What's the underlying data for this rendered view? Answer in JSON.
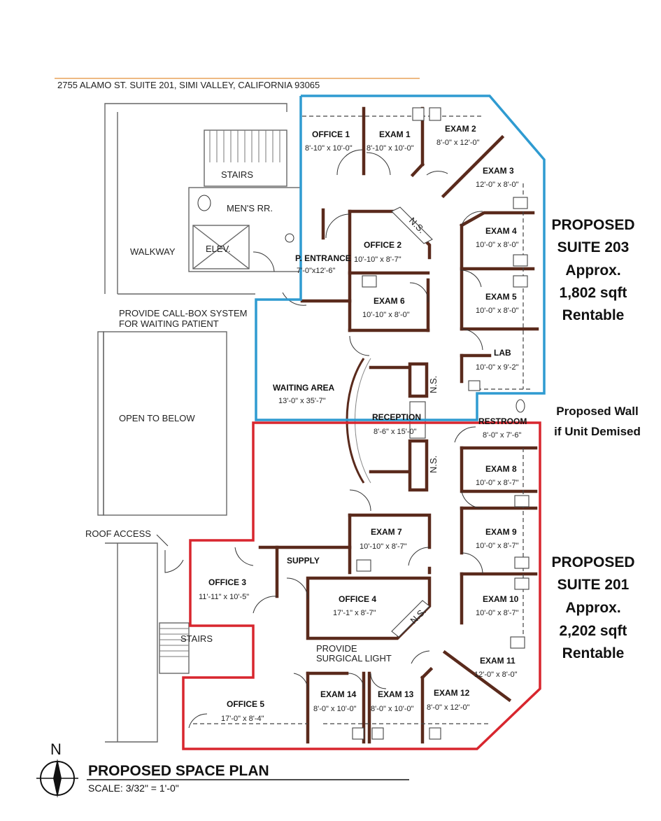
{
  "header": {
    "address": "2755 ALAMO ST. SUITE 201, SIMI VALLEY, CALIFORNIA 93065"
  },
  "colors": {
    "suite_203_outline": "#2f9bd1",
    "suite_201_outline": "#d8262e",
    "walls": "#5a2a1c",
    "address_rule": "#e8a25a"
  },
  "common_areas": {
    "stairs_top": "STAIRS",
    "mens_rr": "MEN'S RR.",
    "walkway": "WALKWAY",
    "elevator": "ELEV.",
    "callbox_line1": "PROVIDE CALL-BOX SYSTEM",
    "callbox_line2": "FOR WAITING PATIENT",
    "open_to_below": "OPEN TO BELOW",
    "roof_access": "ROOF ACCESS",
    "stairs_bottom": "STAIRS",
    "surgical_line1": "PROVIDE",
    "surgical_line2": "SURGICAL LIGHT",
    "ns": "N.S."
  },
  "rooms": {
    "office1": {
      "name": "OFFICE 1",
      "dim": "8'-10\" x 10'-0\""
    },
    "exam1": {
      "name": "EXAM 1",
      "dim": "8'-10\" x 10'-0\""
    },
    "exam2": {
      "name": "EXAM 2",
      "dim": "8'-0\" x 12'-0\""
    },
    "exam3": {
      "name": "EXAM 3",
      "dim": "12'-0\" x 8'-0\""
    },
    "exam4": {
      "name": "EXAM 4",
      "dim": "10'-0\" x 8'-0\""
    },
    "office2": {
      "name": "OFFICE 2",
      "dim": "10'-10\" x 8'-7\""
    },
    "pentrance": {
      "name": "P. ENTRANCE",
      "dim": "7'-0\"x12'-6\""
    },
    "exam5": {
      "name": "EXAM 5",
      "dim": "10'-0\" x 8'-0\""
    },
    "exam6": {
      "name": "EXAM 6",
      "dim": "10'-10\" x 8'-0\""
    },
    "lab": {
      "name": "LAB",
      "dim": "10'-0\" x 9'-2\""
    },
    "waiting": {
      "name": "WAITING AREA",
      "dim": "13'-0\" x 35'-7\""
    },
    "reception": {
      "name": "RECEPTION",
      "dim": "8'-6\" x 15'-0\""
    },
    "restroom": {
      "name": "RESTROOM",
      "dim": "8'-0\" x 7'-6\""
    },
    "exam8": {
      "name": "EXAM 8",
      "dim": "10'-0\" x 8'-7\""
    },
    "exam7": {
      "name": "EXAM 7",
      "dim": "10'-10\" x 8'-7\""
    },
    "exam9": {
      "name": "EXAM 9",
      "dim": "10'-0\" x 8'-7\""
    },
    "supply": {
      "name": "SUPPLY"
    },
    "office3": {
      "name": "OFFICE 3",
      "dim": "11'-11\" x 10'-5\""
    },
    "office4": {
      "name": "OFFICE 4",
      "dim": "17'-1\" x 8'-7\""
    },
    "exam10": {
      "name": "EXAM 10",
      "dim": "10'-0\" x 8'-7\""
    },
    "exam11": {
      "name": "EXAM 11",
      "dim": "12'-0\" x 8'-0\""
    },
    "office5": {
      "name": "OFFICE 5",
      "dim": "17'-0\" x 8'-4\""
    },
    "exam14": {
      "name": "EXAM 14",
      "dim": "8'-0\" x 10'-0\""
    },
    "exam13": {
      "name": "EXAM 13",
      "dim": "8'-0\" x 10'-0\""
    },
    "exam12": {
      "name": "EXAM 12",
      "dim": "8'-0\" x 12'-0\""
    }
  },
  "callouts": {
    "suite203": [
      "PROPOSED",
      "SUITE 203",
      "Approx.",
      "1,802 sqft",
      "Rentable"
    ],
    "wall": [
      "Proposed Wall",
      "if Unit Demised"
    ],
    "suite201": [
      "PROPOSED",
      "SUITE 201",
      "Approx.",
      "2,202 sqft",
      "Rentable"
    ]
  },
  "footer": {
    "compass": "N",
    "title": "PROPOSED SPACE PLAN",
    "scale": "SCALE:  3/32\" = 1'-0\""
  }
}
